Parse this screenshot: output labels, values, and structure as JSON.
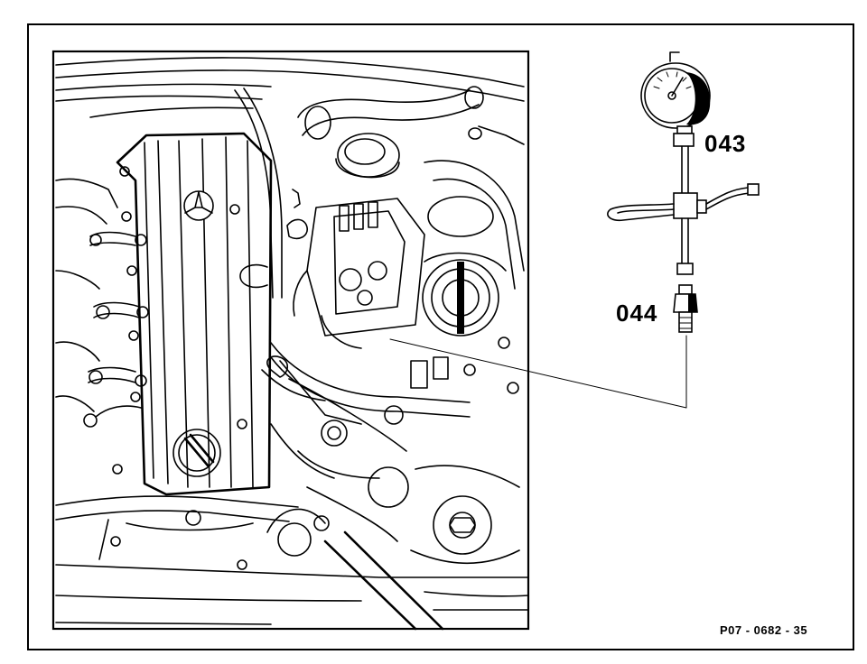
{
  "callouts": {
    "gauge": "043",
    "adapter": "044"
  },
  "figure_code": "P07 - 0682 - 35",
  "icons": [
    "pressure-gauge-icon",
    "t-fitting-icon",
    "adapter-fitting-icon",
    "mercedes-star-icon"
  ],
  "colors": {
    "ink": "#000000",
    "paper": "#ffffff"
  }
}
